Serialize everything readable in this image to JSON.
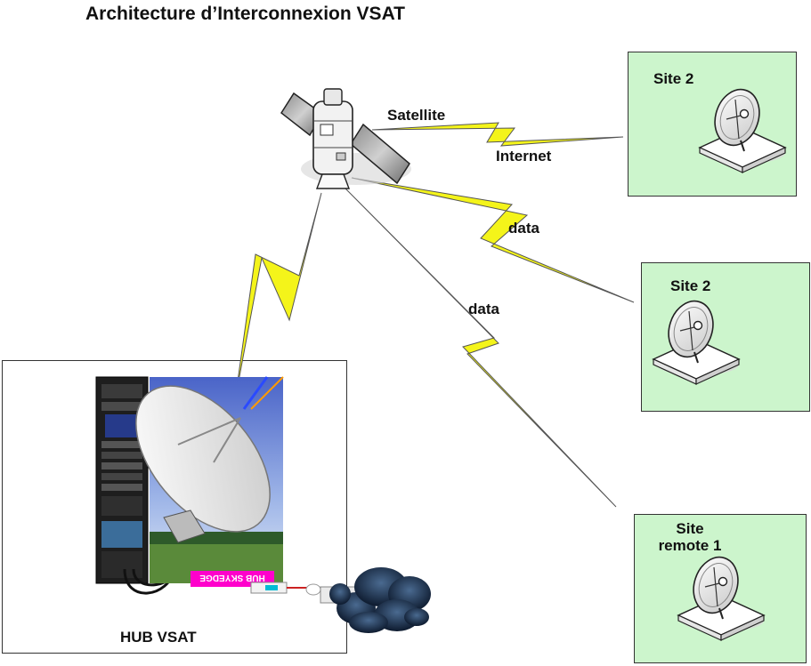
{
  "title": "Architecture d’Interconnexion VSAT",
  "links": {
    "satellite_label": "Satellite",
    "internet_label": "Internet",
    "data_label_1": "data",
    "data_label_2": "data"
  },
  "sites": [
    {
      "name": "Site 2"
    },
    {
      "name": "Site 2"
    },
    {
      "name_line1": "Site",
      "name_line2": "remote 1"
    }
  ],
  "hub": {
    "label": "HUB VSAT",
    "sign_text": "HUB SKYEDGE"
  },
  "colors": {
    "site_fill": "#ccf5cc",
    "bolt": "#f4f41a",
    "bolt_stroke": "#555555",
    "sign": "#ff00cc"
  },
  "icons": [
    "satellite-icon",
    "dish-icon",
    "cloud-icon",
    "server-rack-icon",
    "lightning-bolt-icon"
  ]
}
